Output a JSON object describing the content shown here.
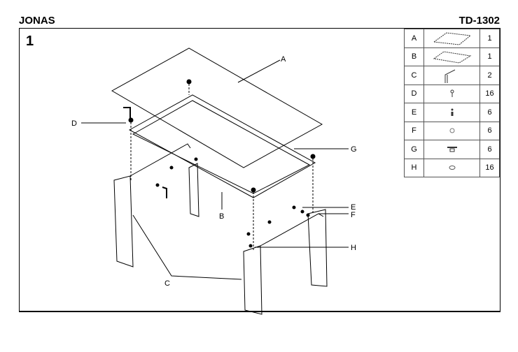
{
  "header": {
    "title": "JONAS",
    "code": "TD-1302"
  },
  "step": "1",
  "callouts": [
    "A",
    "B",
    "C",
    "D",
    "E",
    "F",
    "G",
    "H"
  ],
  "parts": [
    {
      "letter": "A",
      "icon": "glass-top-icon",
      "qty": "1"
    },
    {
      "letter": "B",
      "icon": "frame-icon",
      "qty": "1"
    },
    {
      "letter": "C",
      "icon": "leg-icon",
      "qty": "2"
    },
    {
      "letter": "D",
      "icon": "bolt-icon",
      "qty": "16"
    },
    {
      "letter": "E",
      "icon": "screw-icon",
      "qty": "6"
    },
    {
      "letter": "F",
      "icon": "washer-icon",
      "qty": "6"
    },
    {
      "letter": "G",
      "icon": "suction-pad-icon",
      "qty": "6"
    },
    {
      "letter": "H",
      "icon": "nut-icon",
      "qty": "16"
    }
  ]
}
